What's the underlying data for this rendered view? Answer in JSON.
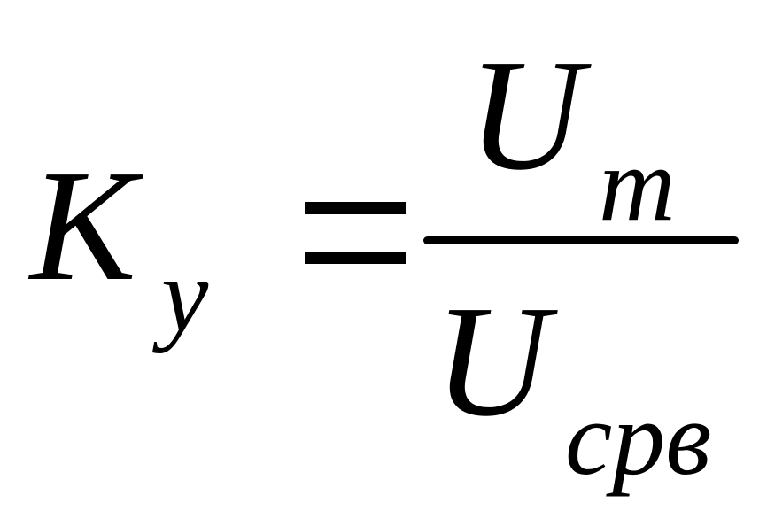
{
  "formula": {
    "lhs": {
      "symbol": "K",
      "subscript": "y"
    },
    "numerator": {
      "symbol": "U",
      "subscript": "m"
    },
    "denominator": {
      "symbol": "U",
      "subscript": "срв"
    }
  },
  "colors": {
    "background": "#ffffff",
    "ink": "#000000"
  }
}
